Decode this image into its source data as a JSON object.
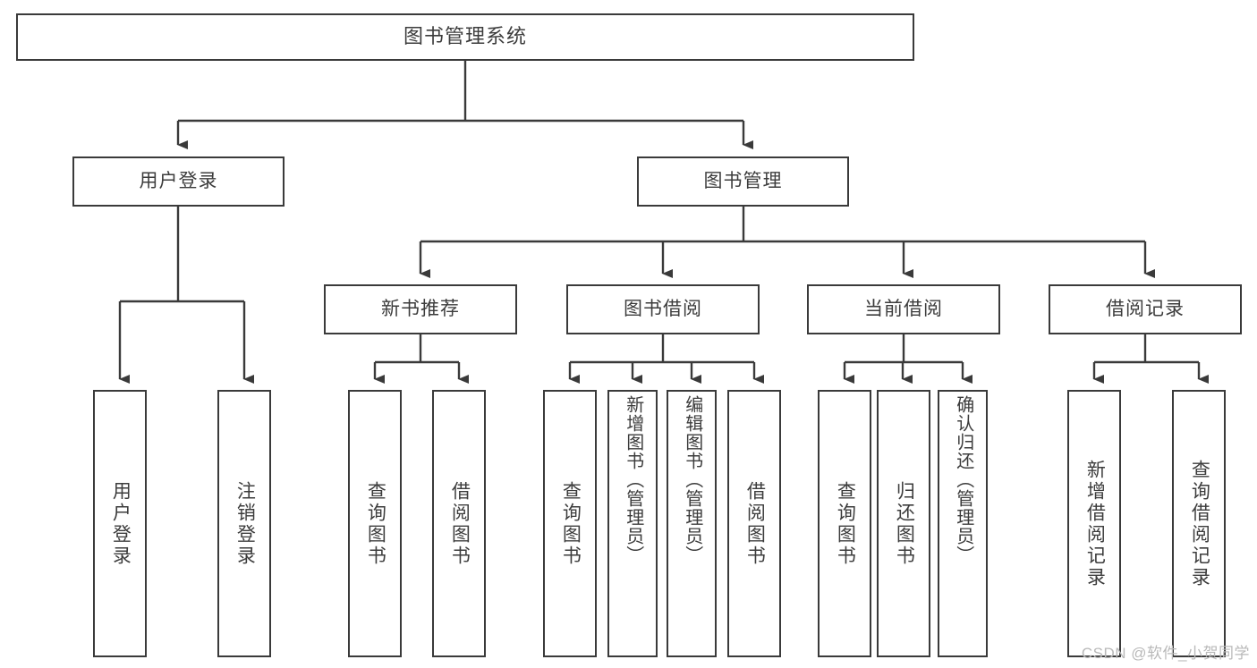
{
  "diagram": {
    "title": "图书管理系统",
    "type": "tree-hierarchy",
    "watermark": "CSDN @软件_小贺同学",
    "colors": {
      "box_border": "#3a3a3a",
      "box_fill": "#ffffff",
      "text": "#3c3c3c",
      "connector": "#3a3a3a",
      "watermark": "#b9b9b9"
    },
    "nodes": {
      "root": {
        "label": "图书管理系统"
      },
      "level2": [
        {
          "id": "user-login",
          "label": "用户登录"
        },
        {
          "id": "book-management",
          "label": "图书管理"
        }
      ],
      "level3": [
        {
          "id": "new-book-recommend",
          "label": "新书推荐"
        },
        {
          "id": "book-borrow",
          "label": "图书借阅"
        },
        {
          "id": "current-borrow",
          "label": "当前借阅"
        },
        {
          "id": "borrow-record",
          "label": "借阅记录"
        }
      ],
      "leaves": {
        "user_login": [
          {
            "id": "leaf-user-login",
            "label": "用户登录"
          },
          {
            "id": "leaf-logout-login",
            "label": "注销登录"
          }
        ],
        "new_book_recommend": [
          {
            "id": "leaf-query-book-1",
            "label": "查询图书"
          },
          {
            "id": "leaf-borrow-book-1",
            "label": "借阅图书"
          }
        ],
        "book_borrow": [
          {
            "id": "leaf-query-book-2",
            "label": "查询图书"
          },
          {
            "id": "leaf-add-book",
            "label": "新增图书（管理员）"
          },
          {
            "id": "leaf-edit-book",
            "label": "编辑图书（管理员）"
          },
          {
            "id": "leaf-borrow-book-2",
            "label": "借阅图书"
          }
        ],
        "current_borrow": [
          {
            "id": "leaf-query-book-3",
            "label": "查询图书"
          },
          {
            "id": "leaf-return-book",
            "label": "归还图书"
          },
          {
            "id": "leaf-confirm-return",
            "label": "确认归还（管理员）"
          }
        ],
        "borrow_record": [
          {
            "id": "leaf-add-record",
            "label": "新增借阅记录"
          },
          {
            "id": "leaf-query-record",
            "label": "查询借阅记录"
          }
        ]
      }
    }
  }
}
